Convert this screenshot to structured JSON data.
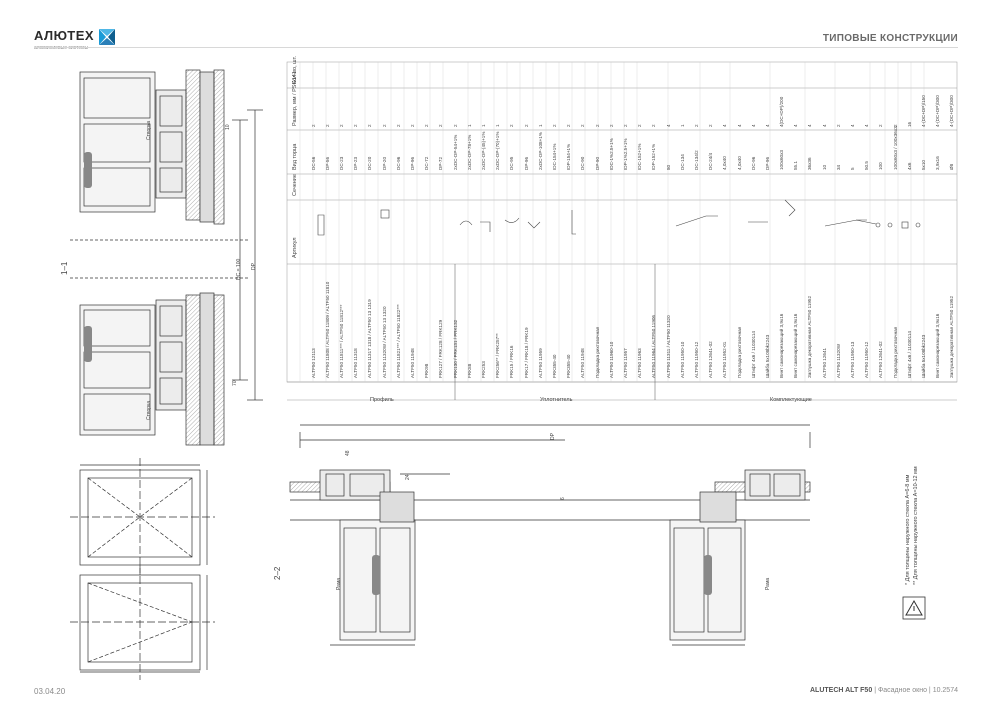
{
  "header": {
    "brand": "АЛЮТЕХ",
    "brand_sub": "алюминиевые системы",
    "title": "ТИПОВЫЕ КОНСТРУКЦИИ"
  },
  "footer": {
    "date": "03.04.20",
    "system": "ALUTECH ALT F50",
    "product": "Фасадное окно",
    "page": "10.2574"
  },
  "sections": {
    "s11": "1–1",
    "s22": "2–2",
    "opening": "Створка",
    "frame": "Рама"
  },
  "table": {
    "headers": [
      "Артикул",
      "Сечение",
      "Вид торца",
      "Размер, мм / PSG141",
      "Кол-во, шт."
    ],
    "groups": [
      "Профиль",
      "Уплотнитель",
      "Комплектующие"
    ],
    "rows": [
      {
        "art": "ALTF50 12113",
        "size": "DC-56",
        "qty": "2"
      },
      {
        "art": "ALTF50 11808 / ALTF50 11809 / ALTF50 11810",
        "size": "DP-56",
        "qty": "2"
      },
      {
        "art": "ALTF50 11811*** / ALTF50 11812***",
        "size": "DC-23",
        "qty": "2"
      },
      {
        "art": "ALTF50 11318",
        "size": "DP-23",
        "qty": "2"
      },
      {
        "art": "ALTF50 11317 1318 / ALTF50 13 1319",
        "size": "DC-20",
        "qty": "2"
      },
      {
        "art": "ALTF50 11320W / ALTF50 13 1320",
        "size": "DP-20",
        "qty": "2"
      },
      {
        "art": "ALTF50 11821*** / ALTF50 11822***",
        "size": "DC-96",
        "qty": "2"
      },
      {
        "art": "ALTF50 11948",
        "size": "DP-96",
        "qty": "2"
      },
      {
        "art": "FRK98",
        "size": "DC-72",
        "qty": "2"
      },
      {
        "art": "FRK127 / FRK128 / FRK129",
        "size": "DP-72",
        "qty": "2"
      },
      {
        "art": "FRK130 / FRK131 / FRK132",
        "size": "2xDC-DP-54+1%",
        "qty": "2"
      },
      {
        "art": "FRK88",
        "size": "2xDC-DP-78+1%",
        "qty": "1"
      },
      {
        "art": "FRK253",
        "size": "2xDC-DP-(45)+1%",
        "qty": "1"
      },
      {
        "art": "FRK256** / FRK257**",
        "size": "2xDC-DP-(70)+1%",
        "qty": "1"
      },
      {
        "art": "FRK15 / FRK16",
        "size": "DC-95",
        "qty": "2"
      },
      {
        "art": "FRK17 / FRK18 / FRK19",
        "size": "DP-96",
        "qty": "2"
      },
      {
        "art": "ALTF50 11959",
        "size": "2xDC-DP-108+1%",
        "qty": "1"
      },
      {
        "art": "FRK355-40",
        "size": "IDC-154+1%",
        "qty": "2"
      },
      {
        "art": "FRK355-40",
        "size": "IDP-154+1%",
        "qty": "2"
      },
      {
        "art": "ALTF50 11948",
        "size": "DC-90",
        "qty": "2"
      },
      {
        "art": "Подкладка рихтовочная",
        "size": "DP-90",
        "qty": "2"
      },
      {
        "art": "ALTF50 11960-10",
        "size": "IDC-1%2.5+1%",
        "qty": "2"
      },
      {
        "art": "ALTF50 11957",
        "size": "IDP-1%2.5+1%",
        "qty": "2"
      },
      {
        "art": "ALTF50 11963",
        "size": "IDC-152+1%",
        "qty": "2"
      },
      {
        "art": "ALTF50 11964 / ALTF50 11906",
        "size": "IDP-152+1%",
        "qty": "2"
      },
      {
        "art": "ALTF50 11311 / ALTF50 11320",
        "size": "80",
        "qty": "4"
      },
      {
        "art": "ALTF50 11950-10",
        "size": "DC-134",
        "qty": "1"
      },
      {
        "art": "ALTF50 11950-12",
        "size": "DC-134/2",
        "qty": "2"
      },
      {
        "art": "ALTF50 12641-02",
        "size": "DC-24/4",
        "qty": "2"
      },
      {
        "art": "ALTF50 11952-01",
        "size": "4,0x40",
        "qty": "4"
      },
      {
        "art": "Подкладка рихтовочная",
        "size": "4,0x40",
        "qty": "4"
      },
      {
        "art": "Штифт 4x6 / 11030114",
        "size": "DC-96",
        "qty": "4"
      },
      {
        "art": "Шайба 5x108bk2243",
        "size": "DP-96",
        "qty": "4"
      },
      {
        "art": "Винт самонарезающий 3,9x16",
        "size": "100x60x3",
        "qty": "4(DC+DP)/200"
      },
      {
        "art": "Винт самонарезающий 3,9x16",
        "size": "55.1",
        "qty": "4"
      },
      {
        "art": "Заглушка декоративная ALTF50 11952",
        "size": "36x36",
        "qty": "4"
      },
      {
        "art": "ALTF50 12641",
        "size": "10",
        "qty": "4"
      },
      {
        "art": "ALTF50 11320W",
        "size": "34",
        "qty": "2"
      },
      {
        "art": "ALTF50 11950-13",
        "size": "5",
        "qty": "4"
      },
      {
        "art": "ALTF50 11950-12",
        "size": "50.5",
        "qty": "4"
      },
      {
        "art": "ALTF50 12641-02",
        "size": "100",
        "qty": "2"
      },
      {
        "art": "Подкладка рихтовочная",
        "size": "100x60x3 / 100x36x3",
        "qty": "2"
      },
      {
        "art": "Штифт 4x6 / 11030114",
        "size": "4x6",
        "qty": "16"
      },
      {
        "art": "Шайба 5x108bk2243",
        "size": "5x10",
        "qty": "4-(DC+DP)/150"
      },
      {
        "art": "Винт самонарезающий 3,9x16",
        "size": "3,9x16",
        "qty": "4-(DC+DP)/300"
      },
      {
        "art": "Заглушка декоративная ALTF50 11952",
        "size": "Ø8",
        "qty": "4-(DC+DP)/300"
      }
    ]
  },
  "notes": [
    "* Для толщины наружного стекла А=6-8 мм",
    "** Для толщины наружного стекла А=10-12 мм"
  ],
  "dims": {
    "d_dc": "DC = 100",
    "d_dp": "DP",
    "d_70": "70",
    "d_24": "24",
    "d_6": "6",
    "d_10": "10",
    "d_48": "48"
  },
  "colors": {
    "accent_blue": "#1a9bd7",
    "line": "#333333"
  }
}
